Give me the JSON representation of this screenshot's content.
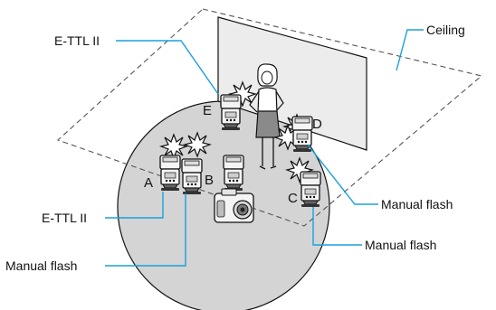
{
  "labels": {
    "ceiling": "Ceiling",
    "ettl_top": "E-TTL II",
    "ettl_bottom": "E-TTL II",
    "manual_flash_d": "Manual flash",
    "manual_flash_c": "Manual flash",
    "manual_flash_b": "Manual flash"
  },
  "flash_letters": {
    "a": "A",
    "b": "B",
    "c": "C",
    "d": "D",
    "e": "E"
  },
  "colors": {
    "leader": "#1aa0dc",
    "floor_circle": "#d4d4d4",
    "backdrop": "#ececec",
    "dashed_outline": "#555555"
  }
}
